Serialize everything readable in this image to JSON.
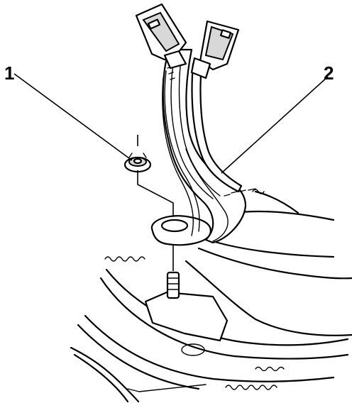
{
  "diagram": {
    "callouts": [
      {
        "id": "1",
        "label": "1"
      },
      {
        "id": "2",
        "label": "2"
      }
    ],
    "colors": {
      "ink": "#000000",
      "paper": "#ffffff",
      "shade": "#d8d8d8"
    }
  }
}
